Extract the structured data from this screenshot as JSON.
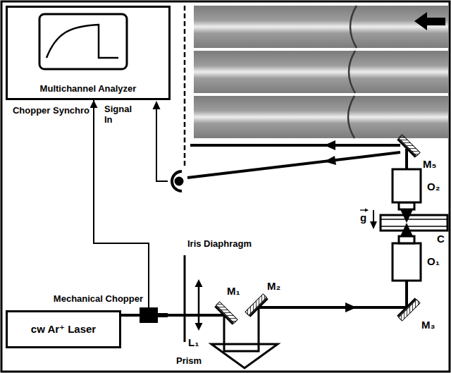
{
  "diagram": {
    "nodes": [
      {
        "text": [
          "Multichannel Analyzer"
        ]
      },
      {
        "text": [
          "Mechanical Chopper"
        ]
      },
      {
        "text": [
          "cw Ar⁺ Laser"
        ]
      }
    ],
    "edges": [
      {
        "from": 1,
        "to": 0,
        "arrow": "to",
        "label": "Chopper Synchro"
      }
    ],
    "labels": [
      "Signal In",
      "Iris Diaphragm",
      "M₁",
      "M₂",
      "M₃",
      "M₅",
      "L₁",
      "Prism",
      "O₁",
      "O₂",
      "C",
      "g"
    ]
  }
}
